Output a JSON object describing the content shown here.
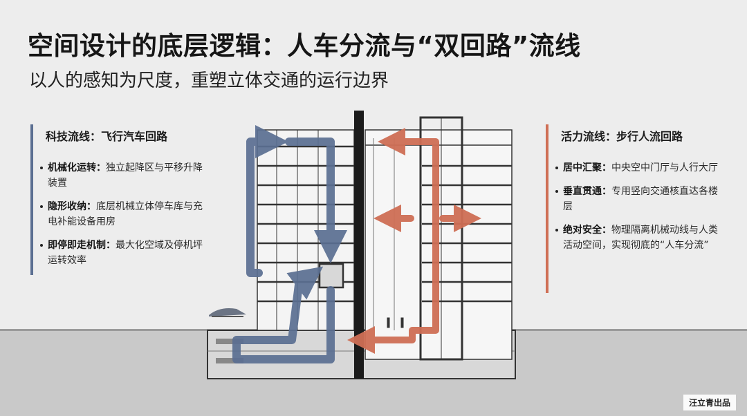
{
  "title": "空间设计的底层逻辑：人车分流与“双回路”流线",
  "subtitle": "以人的感知为尺度，重塑立体交通的运行边界",
  "left_panel": {
    "title": "科技流线：飞行汽车回路",
    "accent": "#5b6f92",
    "items": [
      {
        "label": "机械化运转：",
        "text": "独立起降区与平移升降装置"
      },
      {
        "label": "隐形收纳：",
        "text": "底层机械立体停车库与充电补能设备用房"
      },
      {
        "label": "即停即走机制：",
        "text": "最大化空域及停机坪运转效率"
      }
    ]
  },
  "right_panel": {
    "title": "活力流线：步行人流回路",
    "accent": "#cf6f55",
    "items": [
      {
        "label": "居中汇聚：",
        "text": "中央空中门厅与人行大厅"
      },
      {
        "label": "垂直贯通：",
        "text": "专用竖向交通核直达各楼层"
      },
      {
        "label": "绝对安全：",
        "text": "物理隔离机械动线与人类活动空间，实现彻底的“人车分流”"
      }
    ]
  },
  "icons": {
    "vehicle": "flying-car-icon"
  },
  "credit": "汪立青出品"
}
